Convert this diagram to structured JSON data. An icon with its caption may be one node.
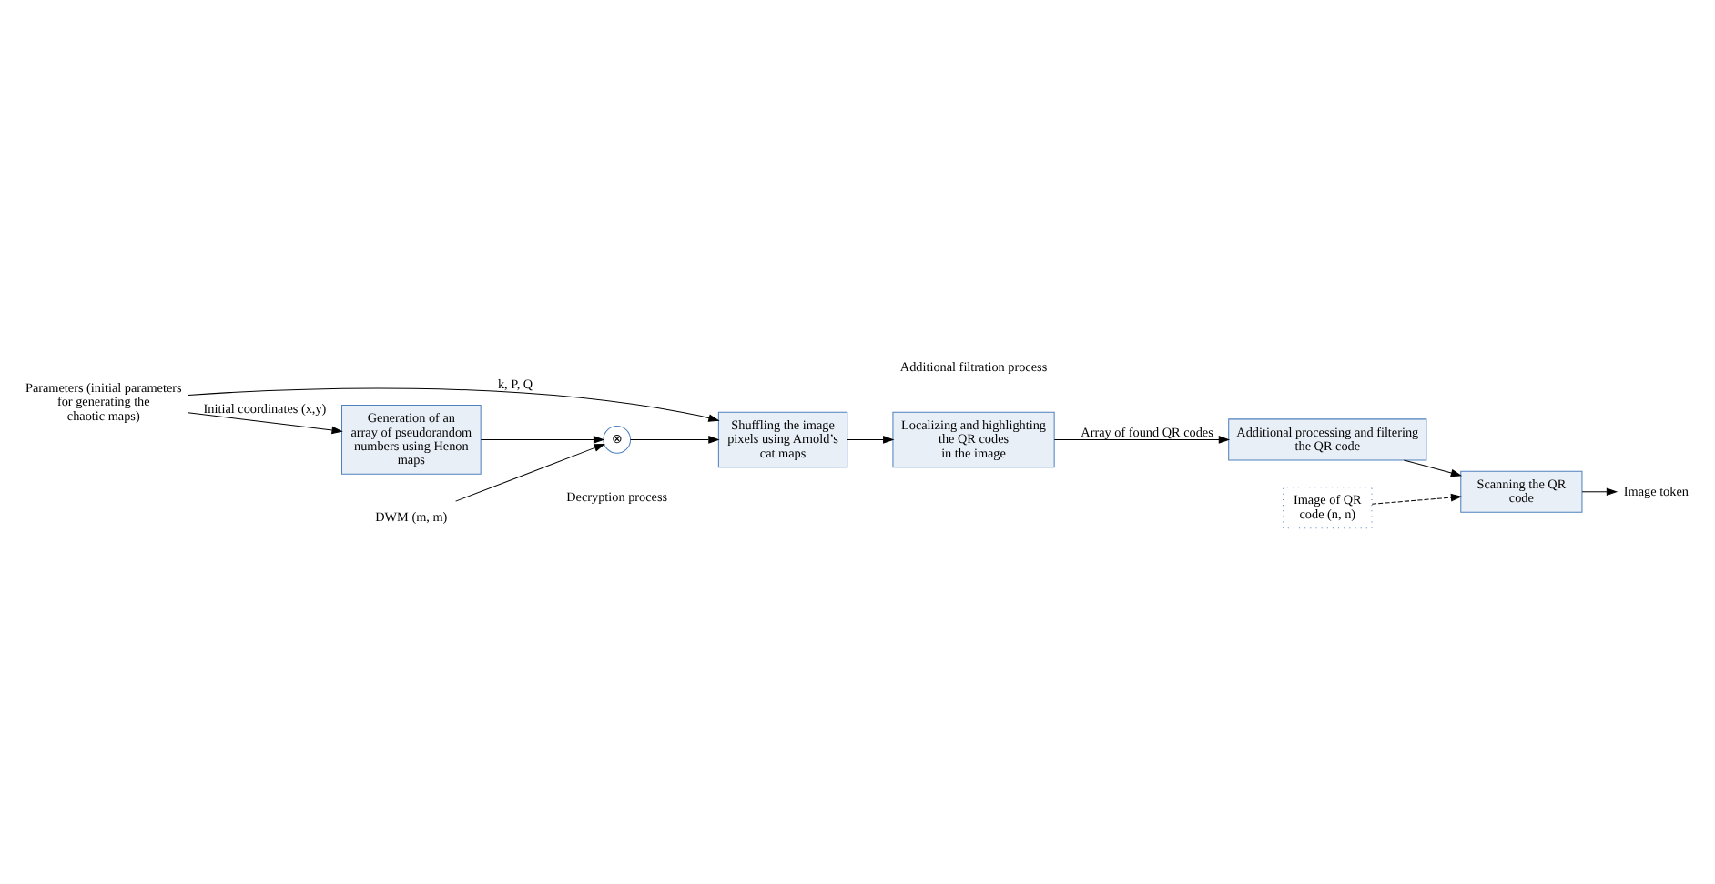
{
  "diagram": {
    "nodes": [
      {
        "text": [
          "Parameters (initial parameters for generating the chaotic maps)"
        ]
      },
      {
        "text": [
          "Generation of an array of pseudorandom numbers using Henon maps"
        ]
      },
      {
        "text": [
          "DWM (m, m)"
        ]
      },
      {
        "text": [
          "⊗"
        ]
      },
      {
        "text": [
          "Shuffling the image pixels using Arnold’s cat maps"
        ]
      },
      {
        "text": [
          "Localizing and highlighting the QR codes in the image"
        ]
      },
      {
        "text": [
          "Additional processing and filtering the QR code"
        ]
      },
      {
        "text": [
          "Image of QR code (n, n)"
        ]
      },
      {
        "text": [
          "Scanning the QR code"
        ]
      },
      {
        "text": [
          "Image token"
        ]
      }
    ],
    "edges": [
      {
        "from": 0,
        "to": 1,
        "arrow": "to",
        "label": "Initial coordinates (x,y)"
      },
      {
        "from": 0,
        "to": 4,
        "arrow": "to",
        "label": "k, P, Q"
      },
      {
        "from": 1,
        "to": 3,
        "arrow": "to"
      },
      {
        "from": 2,
        "to": 3,
        "arrow": "to"
      },
      {
        "from": 3,
        "to": 4,
        "arrow": "to"
      },
      {
        "from": 4,
        "to": 5,
        "arrow": "to"
      },
      {
        "from": 5,
        "to": 6,
        "arrow": "to",
        "label": "Array of found QR codes"
      },
      {
        "from": 7,
        "to": 8,
        "arrow": "to",
        "style": "dashed"
      },
      {
        "from": 6,
        "to": 8,
        "arrow": "to"
      },
      {
        "from": 8,
        "to": 9,
        "arrow": "to"
      }
    ],
    "labels": [
      "Decryption process",
      "Additional filtration process"
    ]
  }
}
